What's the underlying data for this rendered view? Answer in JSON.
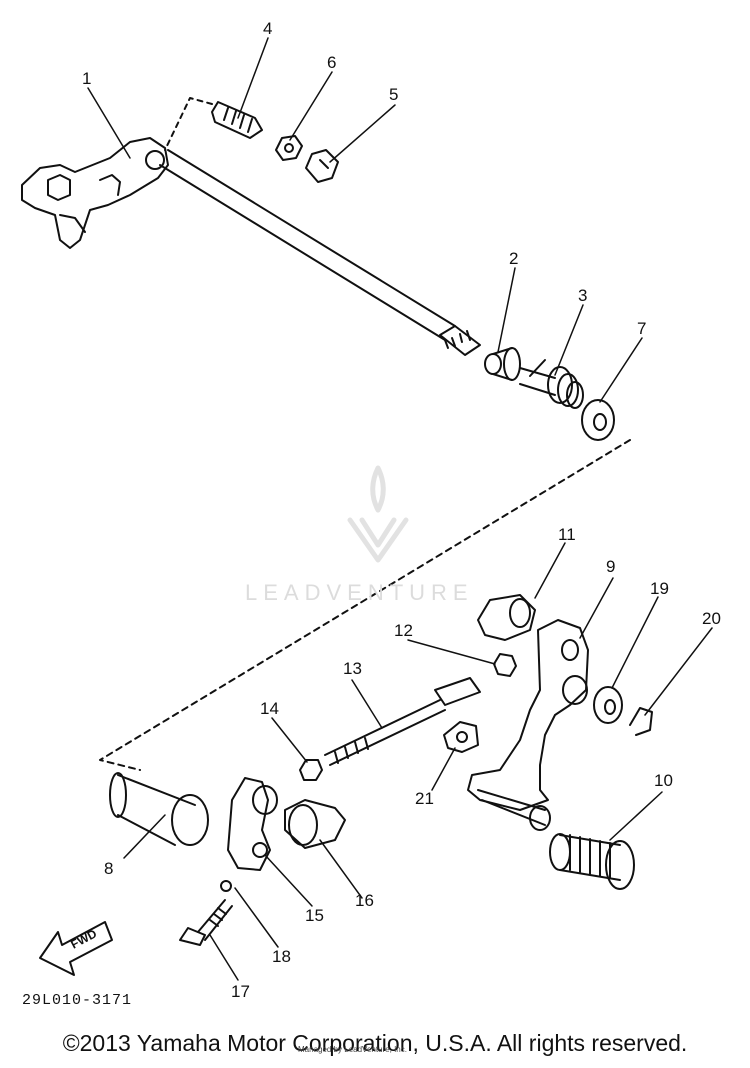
{
  "diagram": {
    "callouts": [
      {
        "id": "c1",
        "label": "1"
      },
      {
        "id": "c2",
        "label": "2"
      },
      {
        "id": "c3",
        "label": "3"
      },
      {
        "id": "c4",
        "label": "4"
      },
      {
        "id": "c5",
        "label": "5"
      },
      {
        "id": "c6",
        "label": "6"
      },
      {
        "id": "c7",
        "label": "7"
      },
      {
        "id": "c8",
        "label": "8"
      },
      {
        "id": "c9",
        "label": "9"
      },
      {
        "id": "c10",
        "label": "10"
      },
      {
        "id": "c11",
        "label": "11"
      },
      {
        "id": "c12",
        "label": "12"
      },
      {
        "id": "c13",
        "label": "13"
      },
      {
        "id": "c14",
        "label": "14"
      },
      {
        "id": "c15",
        "label": "15"
      },
      {
        "id": "c16",
        "label": "16"
      },
      {
        "id": "c17",
        "label": "17"
      },
      {
        "id": "c18",
        "label": "18"
      },
      {
        "id": "c19",
        "label": "19"
      },
      {
        "id": "c20",
        "label": "20"
      },
      {
        "id": "c21",
        "label": "21"
      }
    ],
    "fwd_label": "FWD",
    "part_code": "29L010-3171"
  },
  "watermark": {
    "brand": "LEADVENTURE",
    "small_text": "Managed by LeadVenture, Inc."
  },
  "footer": {
    "copyright": "©2013 Yamaha Motor Corporation, U.S.A. All rights reserved."
  },
  "colors": {
    "ink": "#111111",
    "watermark": "#dcdcdc"
  }
}
